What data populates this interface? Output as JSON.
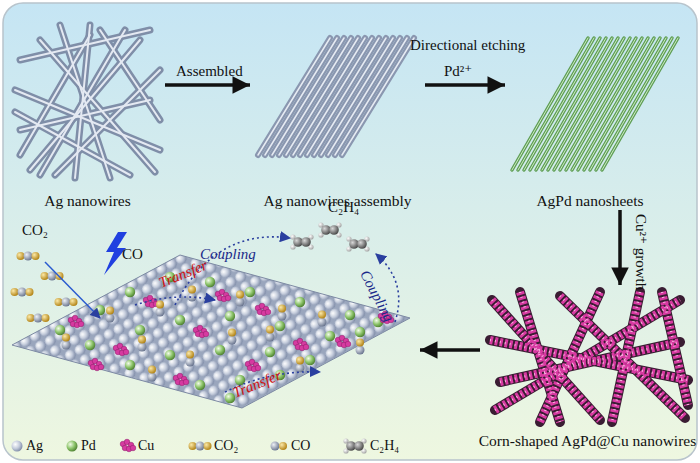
{
  "diagram": {
    "nodes": [
      {
        "text": [
          "Ag nanowires"
        ]
      },
      {
        "text": [
          "Ag nanowires assembly"
        ]
      },
      {
        "text": [
          "AgPd nanosheets"
        ]
      },
      {
        "text": [
          "Corn-shaped AgPd@Cu nanowires"
        ]
      },
      {
        "text": [
          "C₂H₄",
          "CO₂",
          "CO",
          "Coupling",
          "Coupling",
          "Transfer",
          "Transfer"
        ]
      }
    ],
    "edges": [
      {
        "from": 0,
        "to": 1,
        "arrow": "to",
        "label": "Assembled"
      },
      {
        "from": 1,
        "to": 2,
        "arrow": "to",
        "label": "Directional etching"
      },
      {
        "from": 2,
        "to": 3,
        "arrow": "to",
        "label": "Cu²⁺ growth"
      },
      {
        "from": 3,
        "to": 4,
        "arrow": "to"
      }
    ],
    "labels": [
      "Pd²⁺"
    ],
    "legend": [
      {
        "text": "Ag"
      },
      {
        "text": "Pd"
      },
      {
        "text": "Cu"
      },
      {
        "text": "CO₂"
      },
      {
        "text": "CO"
      },
      {
        "text": "C₂H₄"
      }
    ]
  }
}
